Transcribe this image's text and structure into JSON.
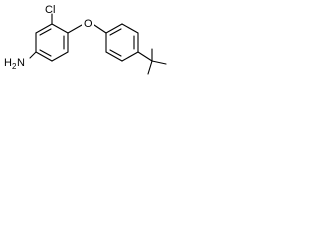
{
  "molecule": {
    "atoms": {
      "chlorine": "Cl",
      "oxygen": "O",
      "amine_nitrogen": "N",
      "amine_hydrogen": "H",
      "amine_subscript": "2"
    }
  },
  "colors": {
    "bond": "#000000",
    "label": "#000000",
    "background": "#ffffff"
  }
}
